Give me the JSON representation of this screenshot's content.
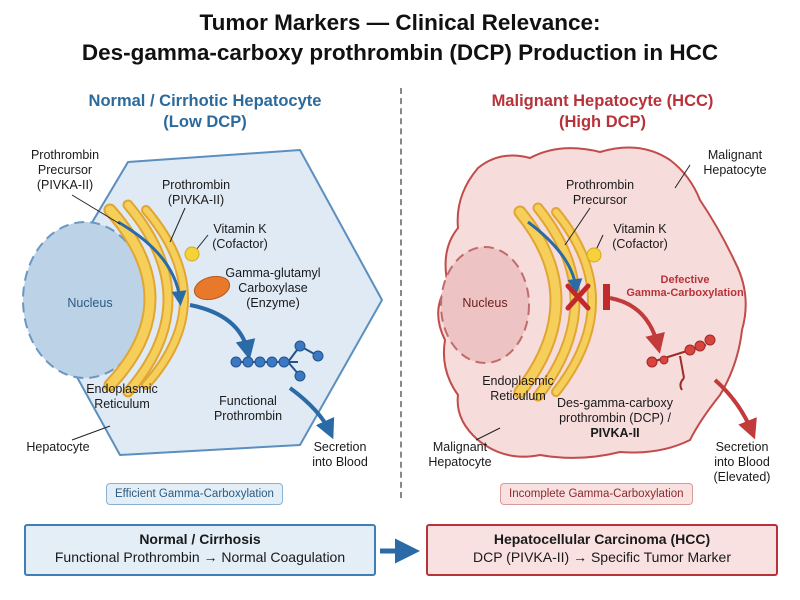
{
  "title_line1": "Tumor Markers — Clinical Relevance:",
  "title_line2": "Des-gamma-carboxy prothrombin (DCP) Production in HCC",
  "left": {
    "title_line1": "Normal / Cirrhotic Hepatocyte",
    "title_line2": "(Low DCP)",
    "precursor_l1": "Prothrombin",
    "precursor_l2": "Precursor",
    "precursor_l3": "(PIVKA-II)",
    "prothrombin_l1": "Prothrombin",
    "prothrombin_l2": "(PIVKA-II)",
    "vitk_l1": "Vitamin K",
    "vitk_l2": "(Cofactor)",
    "enzyme_l1": "Gamma-glutamyl",
    "enzyme_l2": "Carboxylase",
    "enzyme_l3": "(Enzyme)",
    "nucleus": "Nucleus",
    "er_l1": "Endoplasmic",
    "er_l2": "Reticulum",
    "functional_l1": "Functional",
    "functional_l2": "Prothrombin",
    "hepatocyte": "Hepatocyte",
    "secretion_l1": "Secretion",
    "secretion_l2": "into Blood",
    "tag": "Efficient Gamma-Carboxylation"
  },
  "right": {
    "title_line1": "Malignant Hepatocyte (HCC)",
    "title_line2": "(High DCP)",
    "malignant_top_l1": "Malignant",
    "malignant_top_l2": "Hepatocyte",
    "precursor_l1": "Prothrombin",
    "precursor_l2": "Precursor",
    "vitk_l1": "Vitamin K",
    "vitk_l2": "(Cofactor)",
    "defective_l1": "Defective",
    "defective_l2": "Gamma-Carboxylation",
    "nucleus": "Nucleus",
    "er_l1": "Endoplasmic",
    "er_l2": "Reticulum",
    "dcp_l1": "Des-gamma-carboxy",
    "dcp_l2": "prothrombin (DCP) /",
    "dcp_l3": "PIVKA-II",
    "malignant_bottom_l1": "Malignant",
    "malignant_bottom_l2": "Hepatocyte",
    "secretion_l1": "Secretion",
    "secretion_l2": "into Blood",
    "secretion_l3": "(Elevated)",
    "tag": "Incomplete Gamma-Carboxylation"
  },
  "bottom": {
    "left_title": "Normal / Cirrhosis",
    "left_text": "Functional Prothrombin → Normal Coagulation",
    "right_title": "Hepatocellular Carcinoma (HCC)",
    "right_text": "DCP (PIVKA-II) → Specific Tumor Marker"
  },
  "colors": {
    "blue_accent": "#2c6a9c",
    "red_accent": "#b8323a",
    "er_yellow": "#f3c244",
    "enzyme_orange": "#e8782a"
  }
}
